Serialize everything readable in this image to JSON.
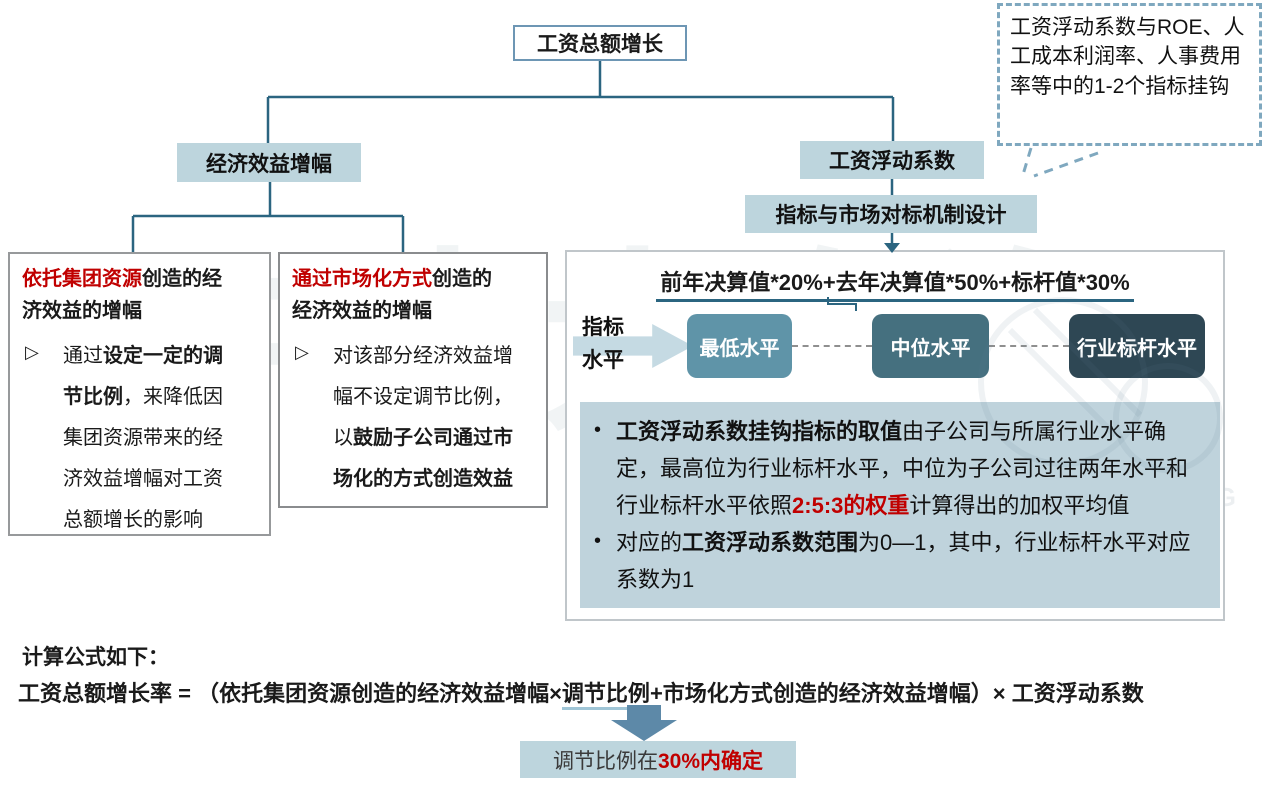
{
  "colors": {
    "line": "#2b6580",
    "accent_red": "#c00000",
    "label_bg": "#bdd5dd",
    "notes_bg": "#bfd3dc",
    "level_low": "#5f94a8",
    "level_mid": "#45707f",
    "level_high": "#2e4754",
    "axis_arrow": "#c5dae3",
    "block_arrow": "#5d89a8"
  },
  "watermark": {
    "main": "MP中大咨询",
    "sub": "CONSULTING"
  },
  "root_box": "工资总额增长",
  "callout": "工资浮动系数与ROE、人工成本利润率、人事费用率等中的1-2个指标挂钩",
  "left": {
    "header": "经济效益增幅",
    "marker": "▷",
    "box1": {
      "title_red": "依托集团资源",
      "title_rest": "创造的经济效益的增幅",
      "pre": "通过",
      "bold": "设定一定的调节比例",
      "post": "，来降低因集团资源带来的经济效益增幅对工资总额增长的影响"
    },
    "box2": {
      "title_red": "通过市场化方式",
      "title_rest": "创造的经济效益的增幅",
      "pre": "对该部分经济效益增幅不设定调节比例，以",
      "bold": "鼓励子公司通过市场化的方式创造效益",
      "post": ""
    }
  },
  "right": {
    "header": "工资浮动系数",
    "subheader": "指标与市场对标机制设计",
    "formula": "前年决算值*20%+去年决算值*50%+标杆值*30%",
    "axis_line1": "指标",
    "axis_line2": "水平",
    "levels": [
      "最低水平",
      "中位水平",
      "行业标杆水平"
    ],
    "note_marker": "•",
    "note1": {
      "bold": "工资浮动系数挂钩指标的取值",
      "mid": "由子公司与所属行业水平确定，最高位为行业标杆水平，中位为子公司过往两年水平和行业标杆水平依照",
      "red": "2:5:3的权重",
      "post": "计算得出的加权平均值"
    },
    "note2": {
      "pre": "对应的",
      "bold": "工资浮动系数范围",
      "post": "为0—1，其中，行业标杆水平对应系数为1"
    }
  },
  "bottom": {
    "heading": "计算公式如下：",
    "f_pre": "工资总额增长率 = （依托集团资源创造的经济效益增幅×",
    "f_ul": "调节比例",
    "f_post": "+市场化方式创造的经济效益增幅）× 工资浮动系数",
    "note_pre": "调节比例在",
    "note_red": "30%内确定"
  }
}
